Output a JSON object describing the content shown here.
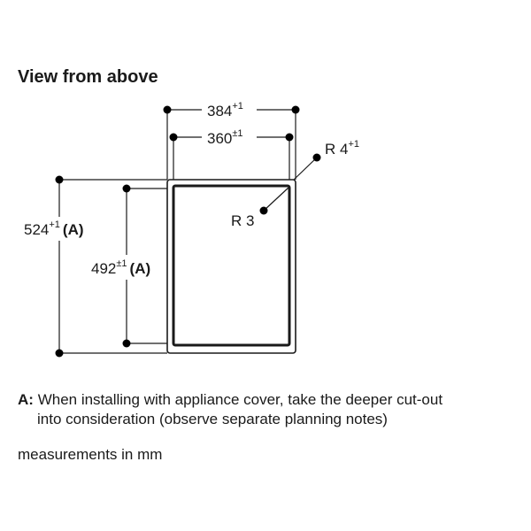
{
  "title": "View from above",
  "dimensions": {
    "outer_width": {
      "value": "384",
      "tolerance": "+1"
    },
    "inner_width": {
      "value": "360",
      "tolerance": "±1"
    },
    "outer_depth": {
      "value": "524",
      "tolerance": "+1",
      "ref": "(A)"
    },
    "inner_depth": {
      "value": "492",
      "tolerance": "±1",
      "ref": "(A)"
    },
    "outer_radius": {
      "prefix": "R 4",
      "tolerance": "+1"
    },
    "inner_radius": {
      "prefix": "R 3"
    }
  },
  "note": {
    "key": "A:",
    "line1": "When installing with appliance cover, take the deeper cut-out",
    "line2": "into consideration (observe separate planning notes)"
  },
  "units": "measurements in mm",
  "colors": {
    "line": "#1a1a1a",
    "dot": "#000000",
    "text": "#1a1a1a"
  }
}
